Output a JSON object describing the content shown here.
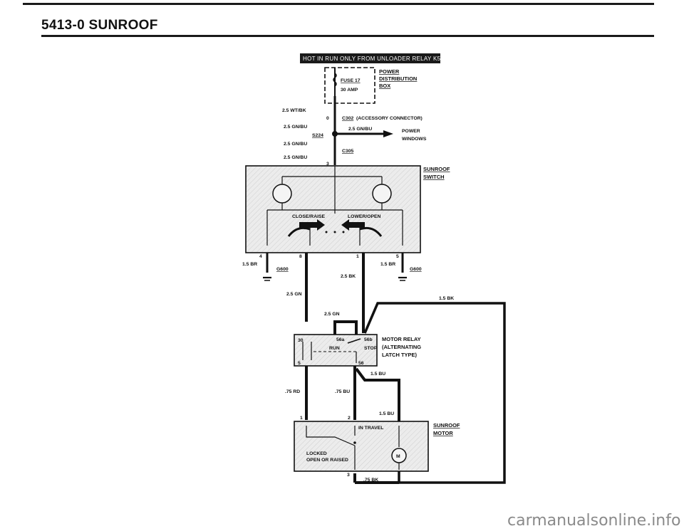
{
  "header": {
    "title": "5413-0  SUNROOF"
  },
  "banner": "HOT IN RUN ONLY FROM UNLOADER RELAY K5",
  "power_box": {
    "title": "POWER",
    "line2": "DISTRIBUTION",
    "line3": "BOX",
    "fuse": "FUSE 17",
    "amp": "30 AMP"
  },
  "wires_top": {
    "w1": "2.5 WT/BK",
    "pin0": "0",
    "c302": "C302",
    "c302_desc": "(ACCESSORY CONNECTOR)",
    "w2": "2.5 GN/BU",
    "w3": "2.5 GN/BU",
    "s224": "S224",
    "pw1": "POWER",
    "pw2": "WINDOWS",
    "w4": "2.5 GN/BU",
    "c305": "C305",
    "w5": "2.5 GN/BU",
    "pin3": "3"
  },
  "switch": {
    "title1": "SUNROOF",
    "title2": "SWITCH",
    "close_raise": "CLOSE/RAISE",
    "lower_open": "LOWER/OPEN",
    "pin4": "4",
    "pin8": "8",
    "pin1": "1",
    "pin5": "5"
  },
  "wires_mid": {
    "br_left": "1.5 BR",
    "g600_left": "G600",
    "bk_25": "2.5 BK",
    "br_right": "1.5 BR",
    "g600_right": "G600",
    "gn_1": "2.5 GN",
    "gn_2": "2.5 GN",
    "bk_15": "1.5 BK"
  },
  "relay": {
    "title1": "MOTOR RELAY",
    "title2": "(ALTERNATING",
    "title3": "LATCH TYPE)",
    "p30": "30",
    "p56a": "56a",
    "p56b": "56b",
    "run": "RUN",
    "stop": "STOP",
    "p5": "5",
    "p56": "56"
  },
  "wires_low": {
    "bu_15a": "1.5 BU",
    "rd_75": ".75 RD",
    "bu_75": ".75 BU",
    "bu_15b": "1.5 BU",
    "bk_75": ".75 BK"
  },
  "motor": {
    "title1": "SUNROOF",
    "title2": "MOTOR",
    "pin1": "1",
    "pin2": "2",
    "pin3": "3",
    "in_travel": "IN TRAVEL",
    "locked1": "LOCKED",
    "locked2": "OPEN OR RAISED",
    "m": "M"
  },
  "watermark": "carmanualsonline.info",
  "colors": {
    "ink": "#111111",
    "box_fill": "#e6e6e6",
    "banner_bg": "#1a1a1a",
    "watermark": "#8a8a8a"
  }
}
